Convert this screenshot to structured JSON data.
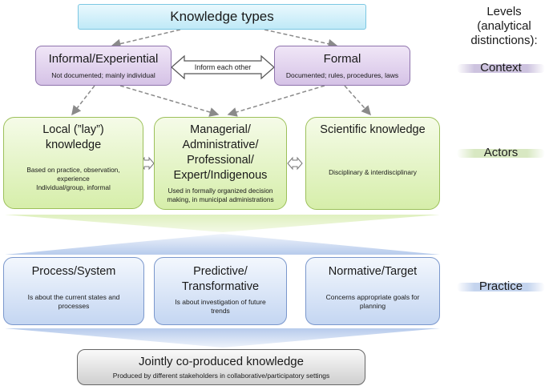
{
  "diagram": {
    "title": "Knowledge types",
    "informal": {
      "title": "Informal/Experiential",
      "desc": "Not documented; mainly individual"
    },
    "formal": {
      "title": "Formal",
      "desc": "Documented; rules, procedures, laws"
    },
    "inform_label": "Inform each other",
    "actors": [
      {
        "title_lines": [
          "Local (”lay”)",
          "knowledge"
        ],
        "desc_lines": [
          "Based on practice, observation,",
          "experience",
          "Individual/group, informal"
        ]
      },
      {
        "title_lines": [
          "Managerial/",
          "Administrative/",
          "Professional/",
          "Expert/Indigenous"
        ],
        "desc_lines": [
          "Used in formally organized decision",
          "making, in municipal administrations"
        ]
      },
      {
        "title_lines": [
          "Scientific knowledge"
        ],
        "desc_lines": [
          "Disciplinary & interdisciplinary"
        ]
      }
    ],
    "practice": [
      {
        "title_lines": [
          "Process/System"
        ],
        "desc_lines": [
          "Is about the current states and",
          "processes"
        ]
      },
      {
        "title_lines": [
          "Predictive/",
          "Transformative"
        ],
        "desc_lines": [
          "Is about investigation of future",
          "trends"
        ]
      },
      {
        "title_lines": [
          "Normative/Target"
        ],
        "desc_lines": [
          "Concerns appropriate goals for",
          "planning"
        ]
      }
    ],
    "joint": {
      "title": "Jointly co-produced knowledge",
      "desc": "Produced by different stakeholders in collaborative/participatory settings"
    }
  },
  "levels": {
    "heading_lines": [
      "Levels",
      "(analytical",
      "distinctions):"
    ],
    "items": [
      {
        "label": "Context",
        "color": "#cdc3df"
      },
      {
        "label": "Actors",
        "color": "#d8e8c2"
      },
      {
        "label": "Practice",
        "color": "#c4d4ee"
      }
    ]
  },
  "colors": {
    "title_fill": "#bfe9f7",
    "context_fill": "#d5c2e6",
    "actors_fill": "#d6eeaa",
    "practice_fill": "#c4d6f2",
    "joint_fill": "#cfcfcf"
  }
}
